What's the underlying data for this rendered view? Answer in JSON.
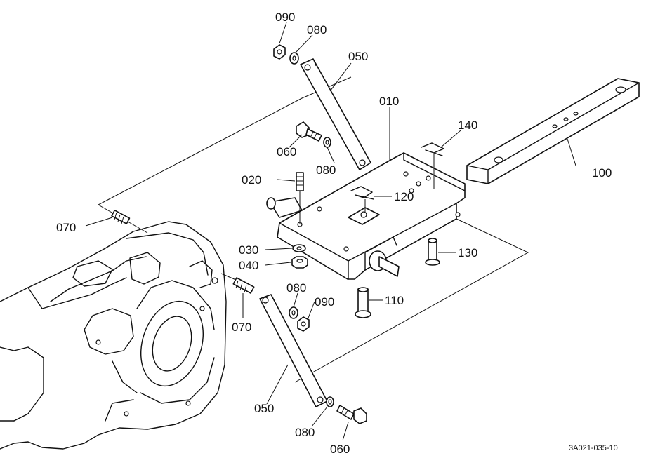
{
  "diagram": {
    "reference_code": "3A021-035-10",
    "callouts": [
      {
        "id": "c090a",
        "label": "090"
      },
      {
        "id": "c080a",
        "label": "080"
      },
      {
        "id": "c050a",
        "label": "050"
      },
      {
        "id": "c010",
        "label": "010"
      },
      {
        "id": "c140",
        "label": "140"
      },
      {
        "id": "c060a",
        "label": "060"
      },
      {
        "id": "c080b",
        "label": "080"
      },
      {
        "id": "c100",
        "label": "100"
      },
      {
        "id": "c020",
        "label": "020"
      },
      {
        "id": "c120",
        "label": "120"
      },
      {
        "id": "c070a",
        "label": "070"
      },
      {
        "id": "c030",
        "label": "030"
      },
      {
        "id": "c130",
        "label": "130"
      },
      {
        "id": "c040",
        "label": "040"
      },
      {
        "id": "c080c",
        "label": "080"
      },
      {
        "id": "c110",
        "label": "110"
      },
      {
        "id": "c090b",
        "label": "090"
      },
      {
        "id": "c070b",
        "label": "070"
      },
      {
        "id": "c050b",
        "label": "050"
      },
      {
        "id": "c080d",
        "label": "080"
      },
      {
        "id": "c060b",
        "label": "060"
      }
    ]
  }
}
